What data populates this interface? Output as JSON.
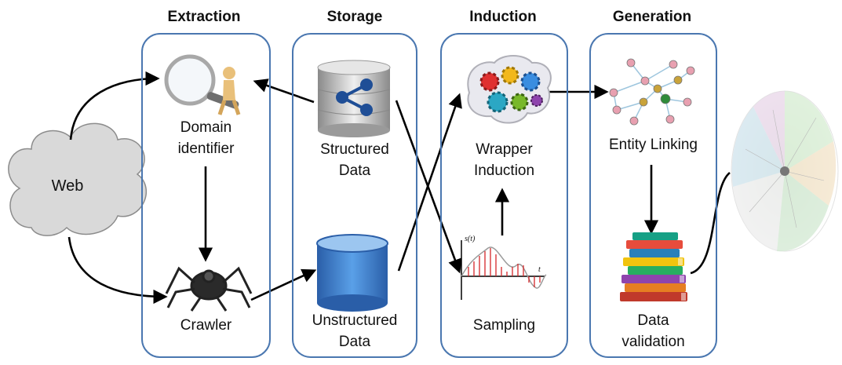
{
  "stages": {
    "extraction": "Extraction",
    "storage": "Storage",
    "induction": "Induction",
    "generation": "Generation"
  },
  "nodes": {
    "web": "Web",
    "domain_identifier": "Domain\nidentifier",
    "crawler": "Crawler",
    "structured_data": "Structured\nData",
    "unstructured_data": "Unstructured\nData",
    "wrapper_induction": "Wrapper\nInduction",
    "sampling": "Sampling",
    "entity_linking": "Entity Linking",
    "data_validation": "Data\nvalidation"
  },
  "signal_plot": {
    "y_axis_label": "s(t)",
    "x_axis_label": "t"
  },
  "colors": {
    "panel_border": "#4a77b0",
    "cloud_fill": "#d9d9d9",
    "db_blue": "#3b78c4",
    "db_silver": "#c8c8c8",
    "signal_red": "#d62728"
  },
  "icons": {
    "domain_identifier": "magnifier-figure-icon",
    "crawler": "spider-robot-icon",
    "structured_data": "database-share-icon",
    "unstructured_data": "blue-database-icon",
    "wrapper_induction": "brain-gears-icon",
    "sampling": "signal-plot-icon",
    "entity_linking": "graph-network-icon",
    "data_validation": "book-stack-icon",
    "output": "knowledge-graph-icon"
  }
}
